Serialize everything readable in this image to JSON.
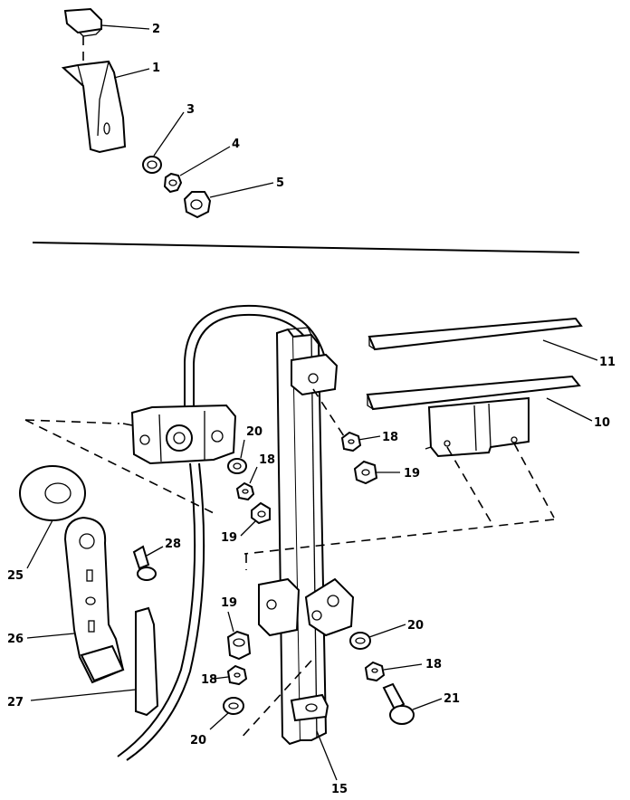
{
  "diagram": {
    "labels": {
      "l1": "1",
      "l2": "2",
      "l3": "3",
      "l4": "4",
      "l5": "5",
      "l10": "10",
      "l11": "11",
      "l15": "15",
      "l18a": "18",
      "l18b": "18",
      "l18c": "18",
      "l18d": "18",
      "l19a": "19",
      "l19b": "19",
      "l19c": "19",
      "l20a": "20",
      "l20b": "20",
      "l20c": "20",
      "l21": "21",
      "l25": "25",
      "l26": "26",
      "l27": "27",
      "l28": "28"
    }
  }
}
